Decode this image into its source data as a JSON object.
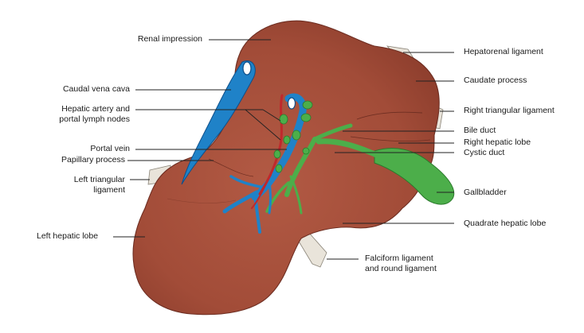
{
  "labels": {
    "renal_impression": "Renal impression",
    "caudal_vena_cava": "Caudal vena cava",
    "hepatic_artery": "Hepatic artery and\nportal lymph nodes",
    "portal_vein": "Portal vein",
    "papillary_process": "Papillary process",
    "left_triangular_ligament": "Left triangular\nligament",
    "left_hepatic_lobe": "Left hepatic lobe",
    "hepatorenal_ligament": "Hepatorenal ligament",
    "caudate_process": "Caudate process",
    "right_triangular_ligament": "Right triangular ligament",
    "bile_duct": "Bile duct",
    "right_hepatic_lobe": "Right hepatic lobe",
    "cystic_duct": "Cystic duct",
    "gallbladder": "Gallbladder",
    "quadrate_hepatic_lobe": "Quadrate hepatic lobe",
    "falciform_ligament": "Falciform ligament\nand round ligament"
  },
  "colors": {
    "liver": "#a8503c",
    "liver_dark": "#7e3426",
    "vein": "#1f82c8",
    "vein_dark": "#0e4f8a",
    "bile": "#4cae4a",
    "bile_dark": "#2b7a2c",
    "artery": "#c0282c",
    "ligament": "#e9e4da",
    "leader_line": "#222222"
  }
}
